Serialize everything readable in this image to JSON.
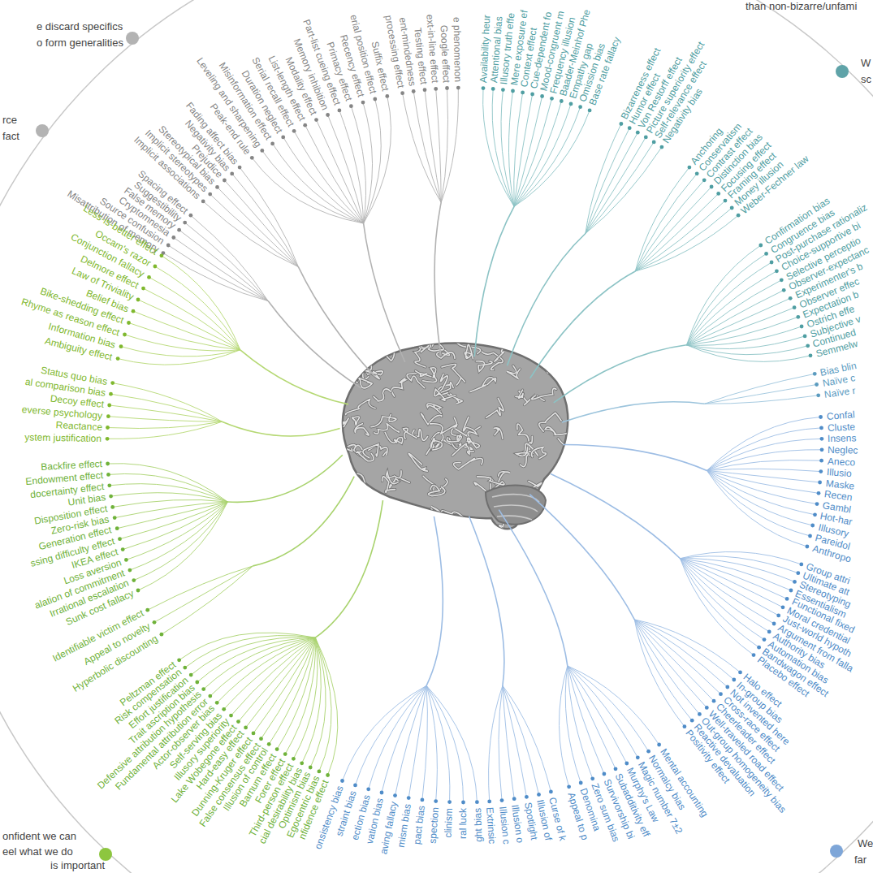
{
  "diagram": {
    "labels": [
      "e discard specifics",
      "o form generalities",
      "rce",
      "fact",
      "than non-bizarre/unfami",
      "W",
      "sc",
      "onfident we can",
      "eel what we do",
      "is important",
      "We",
      "far",
      "Spacing effect",
      "Suggestibility",
      "False memory",
      "Cryptomnesia",
      "Source confusion",
      "Misattribution of memory",
      "Fading affect bias",
      "Negativity bias",
      "Prejudice",
      "Stereotypical bias",
      "Implicit stereotypes",
      "Implicit associations",
      "Suffix effect",
      "erial position effect",
      "Recency effect",
      "Primacy effect",
      "Part-list cueing effect",
      "Memory inhibition",
      "Modality effect",
      "List-length effect",
      "Serial recall effect",
      "Duration neglect",
      "Misinformation effect",
      "Leveling and sharpening",
      "Peak-end rule",
      "processing effect",
      "ent-mindedness",
      "Testing effect",
      "ext-in-line effect",
      "Google effect",
      "e phenomenon",
      "Availability heur",
      "Attentional bias",
      "Illusory truth effe",
      "Mere exposure ef",
      "Context effect",
      "Cue-dependent fo",
      "Mood-congruent m",
      "Frequency illusion",
      "Baader-Meinhof Phe",
      "Empathy gap",
      "Omission bias",
      "Base rate fallacy",
      "Bizarreness effect",
      "Humor effect",
      "Von Restorff effect",
      "Picture superiority effect",
      "Self-relevance effect",
      "Negativity bias",
      "Anchoring",
      "Conservatism",
      "Contrast effect",
      "Distinction bias",
      "Focusing effect",
      "Framing effect",
      "Money illusion",
      "Weber-Fechner law",
      "Confirmation bias",
      "Congruence bias",
      "Post-purchase rationaliz",
      "Choice-supportive bi",
      "Selective perceptio",
      "Observer-expectanc",
      "Experimenter's b",
      "Observer effec",
      "Expectation b",
      "Ostrich effe",
      "Subjective v",
      "Continued",
      "Semmelw",
      "Bias blin",
      "Naïve c",
      "Naïve r",
      "Confal",
      "Cluste",
      "Insens",
      "Neglec",
      "Aneco",
      "Illusio",
      "Maske",
      "Recen",
      "Gambl",
      "Hot-har",
      "Illusory",
      "Pareidol",
      "Anthropo",
      "Group attri",
      "Ultimate att",
      "Stereotyping",
      "Essentialism",
      "Functional fixed",
      "Moral credential",
      "Just-world hypoth",
      "Argument from falla",
      "Authority bias",
      "Automation bias",
      "Bandwagon effect",
      "Placebo effect",
      "Halo effect",
      "In-group bias",
      "Not invented here",
      "Cross-race effect",
      "Cheerleader effect",
      "Well-traveled road effect",
      "Out-group homogeneity bias",
      "Reactive devaluation",
      "Positivity effect",
      "Mental accounting",
      "Normalcy bias",
      "Magic number 7±2",
      "Murphy's Law",
      "Subadditivity eff",
      "Survivorship bi",
      "Zero sum bias",
      "Denomina",
      "Appeal to p",
      "Curse of k",
      "Illusion of",
      "Spotlight",
      "Illusion o",
      "Illusion c",
      "Extrinsic",
      "ght bias",
      "ral luck",
      "clinism",
      "spection",
      "pact bias",
      "mism bias",
      "aving fallacy",
      "vation bias",
      "ection bias",
      "straint bias",
      "onsistency bias",
      "Peltzman effect",
      "Risk compensation",
      "Effort justification",
      "Trait ascription bias",
      "Defensive attribution hypothesis",
      "Fundamental attribution error",
      "Actor-observer bias",
      "Self-serving bias",
      "Illusory superiority",
      "Lake Wobegone effect",
      "Hard-easy effect",
      "Dunning-Kruger effect",
      "False consensus effect",
      "Illusion of control",
      "Barnum effect",
      "Forer effect",
      "Third-person effect",
      "cial desirability bias",
      "Optimism bias",
      "Egocentric bias",
      "nfidence effect",
      "Identifiable victim effect",
      "Appeal to novelty",
      "Hyperbolic discounting",
      "Backfire effect",
      "Endowment effect",
      "docertainty effect",
      "Unit bias",
      "Disposition effect",
      "Zero-risk bias",
      "Generation effect",
      "ssing difficulty effect",
      "IKEA effect",
      "Loss aversion",
      "alation of commitment",
      "Irrational escalation",
      "Sunk cost fallacy",
      "Status quo bias",
      "al comparison bias",
      "Decoy effect",
      "everse psychology",
      "Reactance",
      "ystem justification",
      "Less-is-better effect",
      "Occam's razor",
      "Conjunction fallacy",
      "Delmore effect",
      "Law of Triviality",
      "Belief bias",
      "Bike-shedding effect",
      "Rhyme as reason effect",
      "Information bias",
      "Ambiguity effect"
    ]
  }
}
